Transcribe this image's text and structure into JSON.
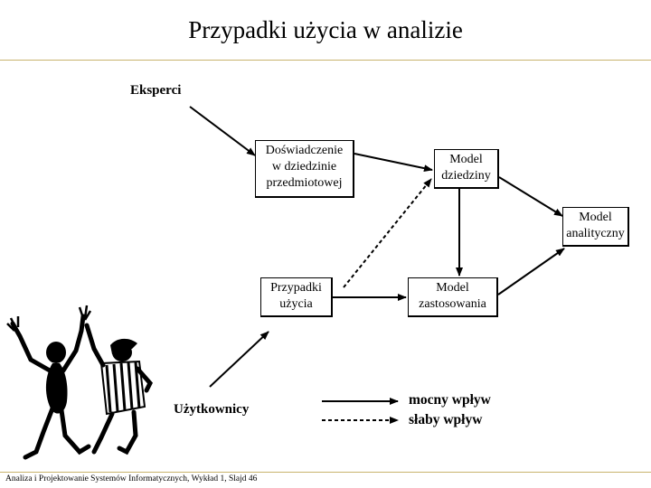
{
  "title": "Przypadki użycia w analizie",
  "labels": {
    "experts": "Eksperci",
    "users": "Użytkownicy"
  },
  "boxes": {
    "domain_experience": "Doświadczenie\nw dziedzinie\nprzedmiotowej",
    "domain_model": "Model\ndziedziny",
    "analysis_model": "Model\nanalityczny",
    "use_cases": "Przypadki\nużycia",
    "application_model": "Model\nzastosowania"
  },
  "legend": {
    "strong": "mocny wpływ",
    "weak": "słaby wpływ"
  },
  "footer": "Analiza i Projektowanie Systemów Informatycznych, Wykład 1, Slajd 46",
  "colors": {
    "rule": "#c8b46e"
  },
  "icons": [
    "dancing-people-icon"
  ]
}
